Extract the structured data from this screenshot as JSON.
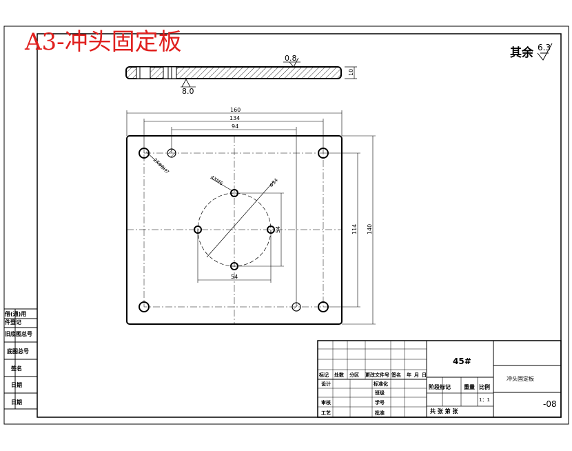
{
  "title": "A3-冲头固定板",
  "roughness_rest": "其余",
  "roughness_rest_value": "6.3",
  "side_view": {
    "roughness_top": "0.8",
    "roughness_bottom": "8.0",
    "thickness": "10"
  },
  "dimensions": {
    "width_160": "160",
    "width_134": "134",
    "width_94": "94",
    "height_140": "140",
    "height_114": "114",
    "inner_54_h": "54",
    "inner_54_v": "54",
    "hole_note_a": "4XM6",
    "hole_note_b": "Φ54",
    "hole_note_c": "2XΦ8H7"
  },
  "left_strip": {
    "labels": [
      "借(通)用",
      "件登记",
      "旧底图总号",
      "底图总号",
      "签名",
      "日期",
      "日期"
    ]
  },
  "title_block": {
    "material": "45#",
    "part_name": "冲头固定板",
    "drawing_no": "-08",
    "scale": "1：1",
    "revision_headers": [
      "标记",
      "处数",
      "分区",
      "更改文件号",
      "签名",
      "年",
      "月",
      "日"
    ],
    "row_design": "设计",
    "row_standardize": "标准化",
    "row_class": "班级",
    "row_review": "审核",
    "row_student_no": "学号",
    "row_process": "工艺",
    "row_approve": "批准",
    "stage_label": "阶段标记",
    "weight_label": "重量",
    "scale_label": "比例",
    "sheet_label": "共 张 第 张"
  }
}
